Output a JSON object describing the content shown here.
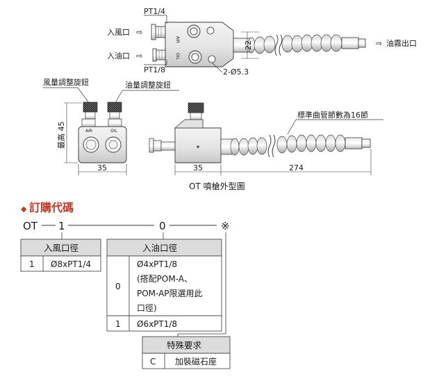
{
  "top_view": {
    "pt14": "PT1/4",
    "pt18": "PT1/8",
    "air_in": "入風口",
    "oil_in": "入油口",
    "air_mark": "AIR",
    "oil_mark": "OIL",
    "dim_22": "22",
    "holes": "2-Ø5.3",
    "mist_out": "油霧出口"
  },
  "knob_labels": {
    "air_knob": "風量調整旋鈕",
    "oil_knob": "油量調整旋鈕"
  },
  "front_view": {
    "height": "最高 45",
    "air_small": "AIR",
    "oil_small": "OIL",
    "width": "35"
  },
  "side_view": {
    "width": "35",
    "length": "274",
    "note": "標準曲管節數為16節"
  },
  "caption": "OT 噴槍外型圖",
  "order": {
    "title": "訂購代碼",
    "bullet": "◆",
    "prefix": "OT",
    "digit1": "1",
    "digit2": "0",
    "end": "※"
  },
  "table_air": {
    "header": "入風口徑",
    "rows": [
      {
        "code": "1",
        "value": "Ø8xPT1/4"
      }
    ]
  },
  "table_oil": {
    "header": "入油口徑",
    "row0_code": "0",
    "row0_lines": [
      "Ø4xPT1/8",
      "(搭配POM-A、",
      "POM-AP限選用此",
      "口徑)"
    ],
    "row1_code": "1",
    "row1_value": "Ø6xPT1/8"
  },
  "table_special": {
    "header": "特殊要求",
    "rows": [
      {
        "code": "C",
        "value": "加裝磁石座"
      }
    ]
  }
}
